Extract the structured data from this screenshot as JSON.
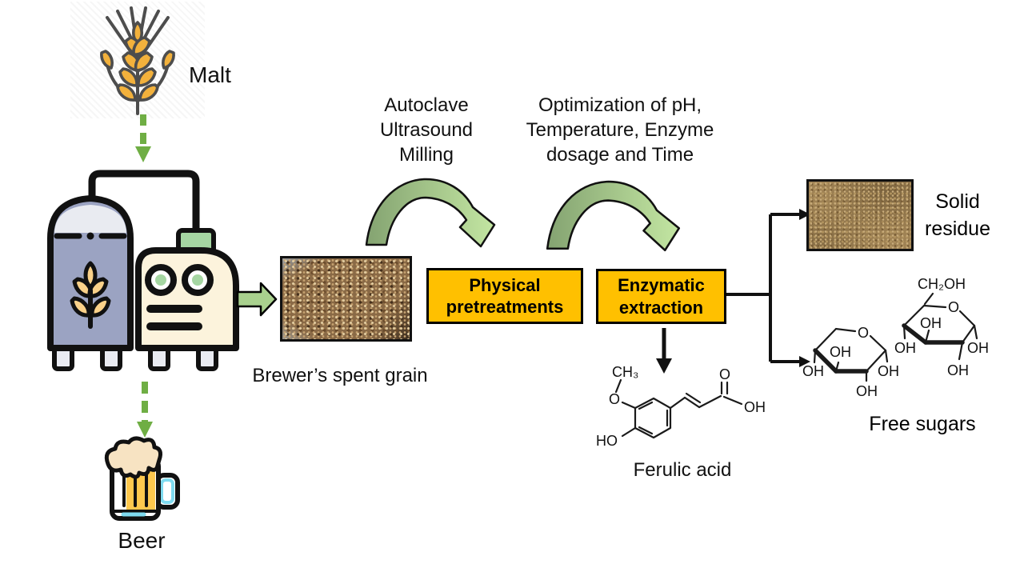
{
  "figure": {
    "description": "Brewer's spent grain valorization process flow diagram"
  },
  "colors": {
    "accent_green": "#6FAE44",
    "block_arrow_green": "#A9D18E",
    "curved_arrow_dark": "#84A371",
    "curved_arrow_light": "#C3E6A2",
    "process_box_fill": "#FFC000",
    "process_box_border": "#000000",
    "tank_blue": "#9BA3C2",
    "machine_cream": "#FCF3DC",
    "icon_green": "#A5D6A2",
    "wheat_gold": "#F2B13C",
    "beer_amber": "#FEC84E",
    "foam_cream": "#F7E3C2",
    "handle_blue": "#7FDBF0"
  },
  "flow": {
    "malt_label": "Malt",
    "beer_label": "Beer",
    "bsg_caption": "Brewer’s spent grain",
    "physical_box_label": "Physical pretreatments",
    "enzymatic_box_label": "Enzymatic extraction",
    "solid_residue_label": "Solid residue",
    "free_sugars_label": "Free sugars",
    "ferulic_acid_label": "Ferulic acid"
  },
  "annotations": {
    "pretreatment_methods": [
      "Autoclave",
      "Ultrasound",
      "Milling"
    ],
    "optimization": [
      "Optimization of pH,",
      "Temperature, Enzyme",
      "dosage and Time"
    ]
  },
  "chemistry": {
    "ferulic_acid": {
      "methyl": "CH₃",
      "ether_o": "O",
      "hydroxyl": "HO",
      "carbonyl_o": "O",
      "acid_oh": "OH"
    },
    "xylose": {
      "ring_o": "O",
      "oh_inner": "OH",
      "oh_left": "OH",
      "oh_bottom": "OH",
      "oh_right": "OH"
    },
    "glucose": {
      "ch2oh": "CH₂OH",
      "ring_o": "O",
      "oh_inner": "OH",
      "oh_left": "OH",
      "oh_right": "OH",
      "oh_bottom": "OH"
    }
  },
  "icons": {
    "wheat": "wheat-ear-icon",
    "brewery": "brewing-tanks-icon",
    "beer": "beer-mug-icon",
    "dashed_arrow": "dashed-down-arrow-icon",
    "block_arrow": "block-right-arrow-icon",
    "curved_arrow": "curved-process-arrow-icon"
  }
}
